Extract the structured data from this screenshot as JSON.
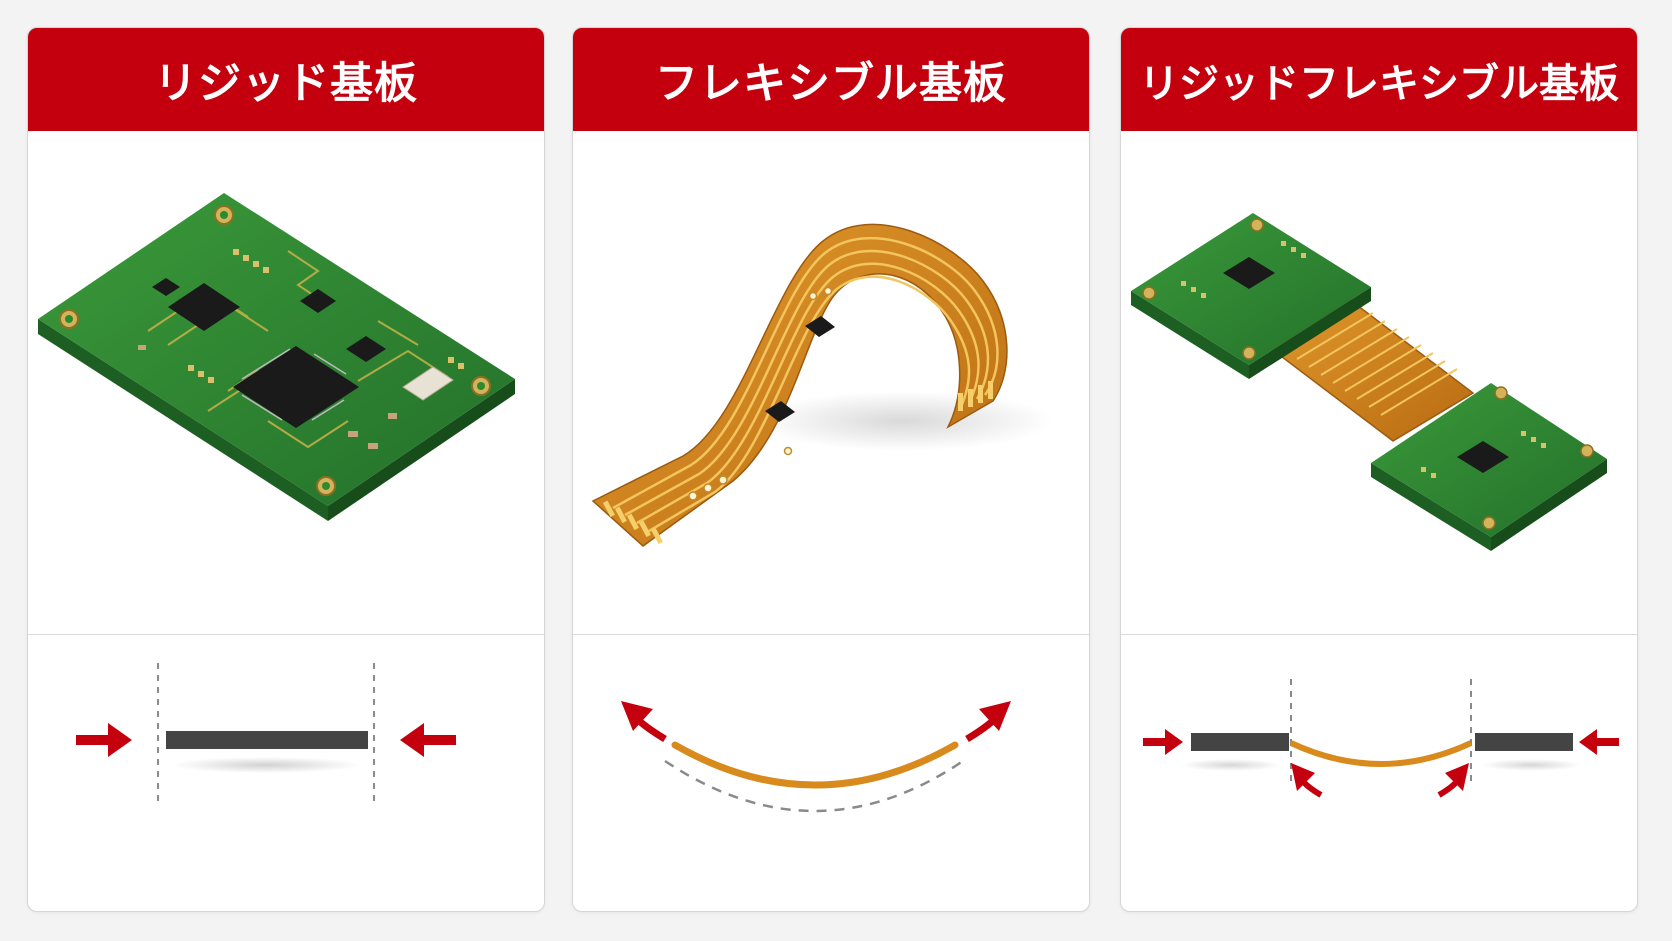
{
  "panels": [
    {
      "title": "リジッド基板",
      "illustration": "rigid-pcb",
      "diagram": "rigid-compress"
    },
    {
      "title": "フレキシブル基板",
      "illustration": "flexible-pcb",
      "diagram": "flex-bend"
    },
    {
      "title": "リジッドフレキシブル基板",
      "illustration": "rigid-flex-pcb",
      "diagram": "rigid-flex-bend"
    }
  ],
  "colors": {
    "header_red": "#c5000e",
    "arrow_red": "#c5000e",
    "pcb_green": "#2f8a2f",
    "flex_orange": "#d98a1c",
    "rigid_bar": "#444444",
    "dashed_gray": "#8a8a8a"
  }
}
